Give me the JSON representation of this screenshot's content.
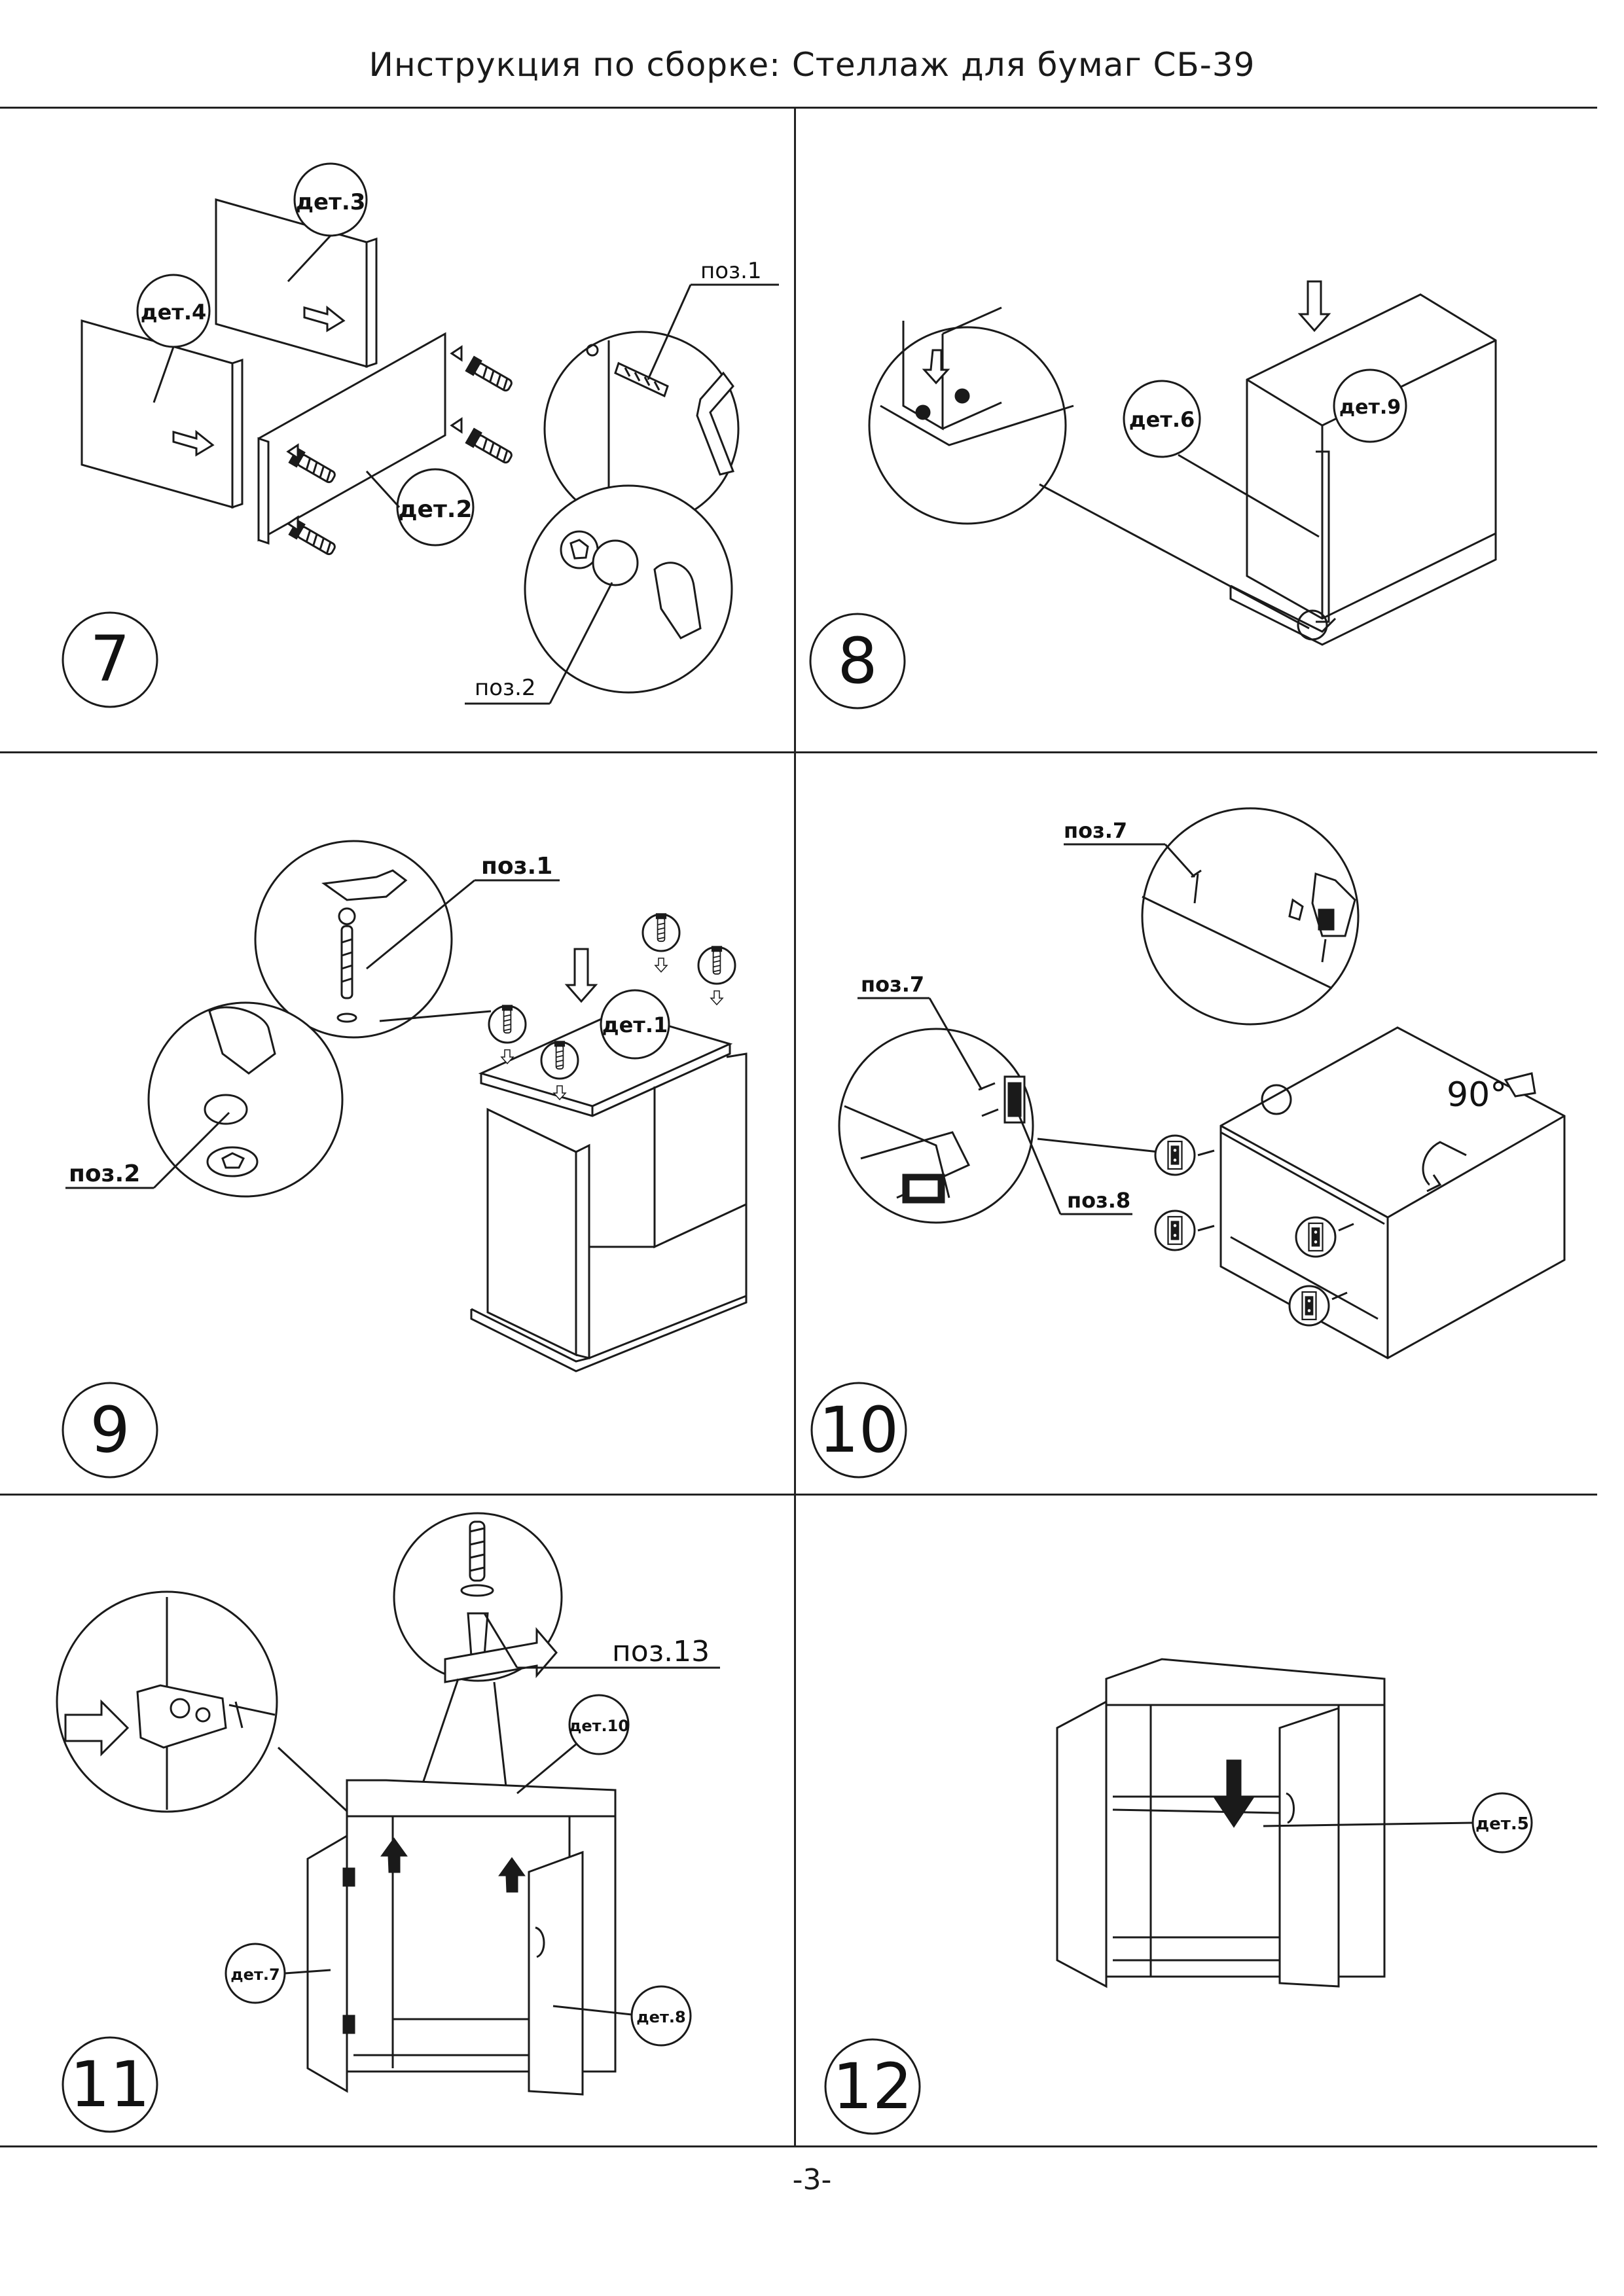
{
  "header": {
    "title": "Инструкция по сборке: Стеллаж для бумаг  СБ-39"
  },
  "steps": [
    {
      "number": "7",
      "labels": [
        "дет.3",
        "дет.4",
        "дет.2",
        "поз.1",
        "поз.2"
      ]
    },
    {
      "number": "8",
      "labels": [
        "дет.6",
        "дет.9"
      ]
    },
    {
      "number": "9",
      "labels": [
        "поз.1",
        "поз.2",
        "дет.1"
      ]
    },
    {
      "number": "10",
      "labels": [
        "поз.7",
        "поз.7",
        "поз.8",
        "90°"
      ]
    },
    {
      "number": "11",
      "labels": [
        "поз.13",
        "дет.10",
        "дет.7",
        "дет.8"
      ]
    },
    {
      "number": "12",
      "labels": [
        "дет.5"
      ]
    }
  ],
  "footer": {
    "page": "-3-"
  }
}
